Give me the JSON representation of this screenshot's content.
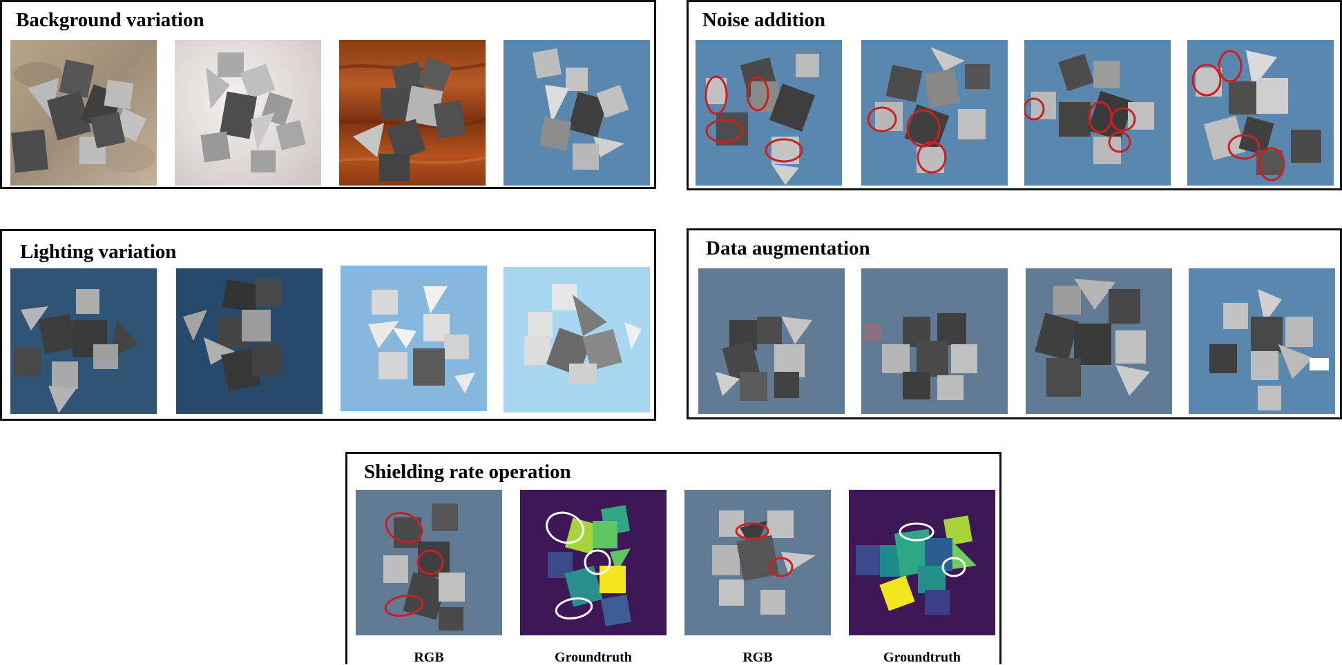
{
  "panels": {
    "background": {
      "title": "Background variation"
    },
    "noise": {
      "title": "Noise addition"
    },
    "lighting": {
      "title": "Lighting variation"
    },
    "augmentation": {
      "title": "Data augmentation"
    },
    "shielding": {
      "title": "Shielding rate operation"
    }
  },
  "captions": [
    "RGB",
    "Groundtruth",
    "RGB",
    "Groundtruth"
  ],
  "colors": {
    "panel_border": "#111111",
    "blue_bg": "#5a87ad",
    "gray_bg": "#627b94",
    "purple_bg": "#3e1756",
    "circle_red": "#cc1f1f",
    "circle_white": "#ffffff"
  }
}
